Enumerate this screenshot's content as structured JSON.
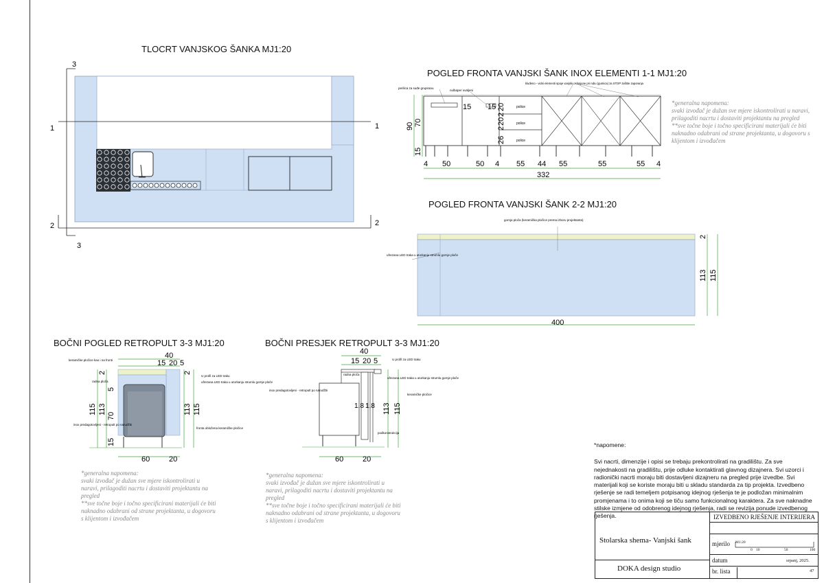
{
  "titles": {
    "floor_plan": "TLOCRT VANJSKOG ŠANKA   MJ1:20",
    "front_11": "POGLED FRONTA VANJSKI ŠANK INOX ELEMENTI 1-1 MJ1:20",
    "front_22": "POGLED FRONTA VANJSKI ŠANK 2-2 MJ1:20",
    "side_view": "BOČNI POGLED RETROPULT 3-3 MJ1:20",
    "side_section": "BOČNI PRESJEK RETROPULT 3-3 MJ1:20"
  },
  "section_marks": {
    "one": "1",
    "two": "2",
    "three": "3"
  },
  "front_11": {
    "dims_bottom": [
      "4",
      "50",
      "50",
      "4",
      "55",
      "44",
      "55",
      "55",
      "55",
      "4"
    ],
    "total": "332",
    "dims_left": [
      "90",
      "70",
      "15"
    ],
    "dims_inner": [
      "15",
      "15",
      "2",
      "20",
      "2",
      "20",
      "26"
    ],
    "labels": {
      "sink_basin": "perilica za suđe grupiranu",
      "cutlery": "nulbaper ovaljeni",
      "shelf1": "police",
      "shelf2": "police",
      "shelf3": "police",
      "tops": "kluđeno - vidni elementi spoje vanjski oslonjene pri rubu (gumica) za STOP zaštite zaporanja"
    },
    "note": "*generalna napomena:\nsvaki izvođač je dužan sve mjere iskontrolirati u naravi, prilagoditi nacrtu i dostaviti projektantu na pregled\n**sve točne boje i točno specificirani materijali će biti naknadno odabrani od strane projektanta, u dogovoru s klijentom i izvođačem"
  },
  "front_22": {
    "top_label": "gornja ploča (keramička pločice prema izboru projektanta)",
    "led_label": "ufrezana LED traka u utorkanju strumlu gornje ploče",
    "dims_right": [
      "2",
      "113",
      "115"
    ],
    "total": "400"
  },
  "side_view": {
    "dims_top": [
      "40",
      "15",
      "20",
      "5"
    ],
    "dims_left": [
      "2",
      "115",
      "113",
      "5",
      "70",
      "15"
    ],
    "dims_right": [
      "2",
      "113",
      "115"
    ],
    "dims_bottom": [
      "60",
      "20"
    ],
    "labels": {
      "tiles_top": "keramičke pločice kao i na fronti",
      "work_top": "radna ploča",
      "fridge": "inox predagotovljeni - retropult po narudžbi",
      "u_profile": "U profil za LED traku",
      "led": "ufrezana LED traka u utorkanju strumlu gornje ploče",
      "front_tiles": "fronta obložena keramičke pločice"
    },
    "note": "*generalna napomena:\nsvaki izvođač je dužan sve mjere iskontrolirati u naravi, prilagoditi nacrtu i dostaviti projektantu na pregled\n**sve točne boje i točno specificirani materijali će biti naknadno odabrani od strane projektanta, u dogovoru s klijentom i izvođačem"
  },
  "side_section": {
    "dims_top": [
      "40",
      "15",
      "20",
      "5"
    ],
    "dims_right": [
      "113",
      "115"
    ],
    "dims_mid": [
      "1.8",
      "1.8"
    ],
    "dims_bottom": [
      "60",
      "20"
    ],
    "labels": {
      "work_top": "radna ploča",
      "fridge": "inox predagotovljeni - retropult po narudžbi",
      "u_profile": "U profil za LED traku",
      "led": "ufrezana LED traka u utorkanju strumlu gornje ploče",
      "tiles": "keramičke pločice",
      "support": "podkonstrukcija"
    },
    "note": "*generalna napomena:\nsvaki izvođač je dužan sve mjere iskontrolirati u naravi, prilagoditi nacrtu i dostaviti projektantu na pregled\n**sve točne boje i točno specificirani materijali će biti naknadno odabrani od strane projektanta, u dogovoru s klijentom i izvođačem"
  },
  "remarks": {
    "head": "*napomene:",
    "body": "Svi nacrti, dimenzije i opisi se trebaju prekontrolirati na gradilištu. Za sve nejednakosti na gradilištu, prije odluke kontaktirati glavnog dizajnera. Svi uzorci i radionički nacrti moraju biti dostavljeni dizajneru na pregled prije izvedbe. Svi materijali koji se koriste moraju biti u skladu standarda za tip projekta. Izvedbeno rješenje se radi temeljem potpisanog idejnog rješenja te je podložan minimalnim promjenama i to onima koji se tiču samo funkcionalnog karaktera. Za sve naknadne stilske izmjene od odobrenog idejnog rješenja, radi se revizija ponude izvedbenog rješenja."
  },
  "title_block": {
    "header": "IZVEDBENO RJEŠENJE INTERIJERA",
    "drawing": "Stolarska shema- Vanjski šank",
    "studio": "DOKA design studio",
    "scale_label": "mjerilo",
    "scale_value": "M1:20",
    "scale_ticks": [
      "0",
      "10",
      "50",
      "100"
    ],
    "date_label": "datum",
    "date_value": "srpanj, 2025.",
    "sheet_label": "br. lista",
    "sheet_value": "47"
  },
  "colors": {
    "fill": "#cfe0f4",
    "line": "#4a5a70",
    "dim": "#3aa63a"
  }
}
